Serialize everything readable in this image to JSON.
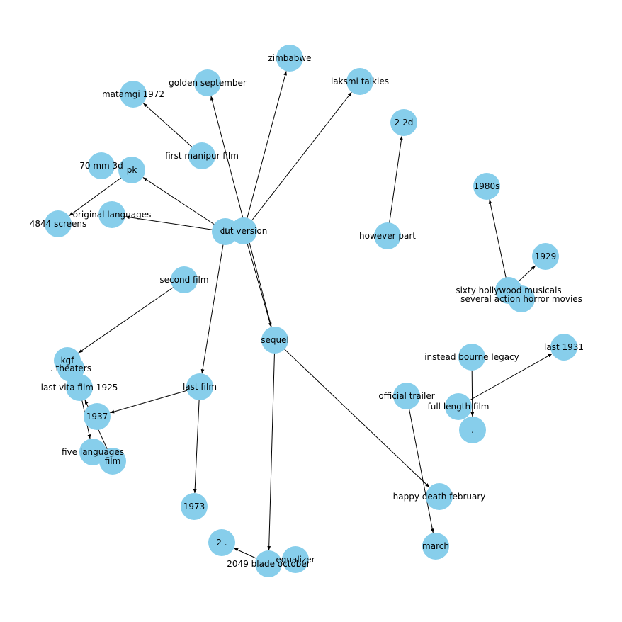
{
  "graph": {
    "colors": {
      "node_fill": "#87ceeb",
      "edge": "#000000",
      "label": "#000000",
      "background": "#ffffff"
    },
    "nodes": [
      {
        "id": "zimbabwe",
        "label": "zimbabwe"
      },
      {
        "id": "laksmi",
        "label": "laksmi talkies"
      },
      {
        "id": "golden",
        "label": "golden  september"
      },
      {
        "id": "matamgi",
        "label": "matamgi 1972"
      },
      {
        "id": "twod",
        "label": "2  2d"
      },
      {
        "id": "manipur",
        "label": "first manipur film"
      },
      {
        "id": "mm70",
        "label": "70 mm 3d"
      },
      {
        "id": "pk",
        "label": "pk"
      },
      {
        "id": "s1980",
        "label": "1980s"
      },
      {
        "id": "orig",
        "label": "original  languages"
      },
      {
        "id": "screens",
        "label": "4844  screens"
      },
      {
        "id": "it",
        "label": "it"
      },
      {
        "id": "cutv",
        "label": "cut  version"
      },
      {
        "id": "however",
        "label": "however  part"
      },
      {
        "id": "y1929",
        "label": "1929"
      },
      {
        "id": "second",
        "label": "second  film"
      },
      {
        "id": "sixty",
        "label": "sixty hollywood musicals"
      },
      {
        "id": "several",
        "label": "several action horror movies"
      },
      {
        "id": "sequel",
        "label": "sequel"
      },
      {
        "id": "last1931",
        "label": "last  1931"
      },
      {
        "id": "kgf",
        "label": "kgf"
      },
      {
        "id": "theaters",
        "label": ". theaters"
      },
      {
        "id": "bourne",
        "label": "instead bourne legacy"
      },
      {
        "id": "lastfilm",
        "label": "last  film"
      },
      {
        "id": "vita",
        "label": "last vita film 1925"
      },
      {
        "id": "trailer",
        "label": "official  trailer"
      },
      {
        "id": "fulllen",
        "label": "full length film"
      },
      {
        "id": "y1937",
        "label": "1937"
      },
      {
        "id": "dot",
        "label": "."
      },
      {
        "id": "fivelang",
        "label": "five  languages"
      },
      {
        "id": "film",
        "label": "film"
      },
      {
        "id": "happy",
        "label": "happy death february"
      },
      {
        "id": "y1973",
        "label": "1973"
      },
      {
        "id": "twodot",
        "label": "2  ."
      },
      {
        "id": "equalizer",
        "label": "equalizer"
      },
      {
        "id": "blade",
        "label": "2049 blade october"
      },
      {
        "id": "march",
        "label": "march"
      }
    ],
    "edges": [
      {
        "from": "cutv",
        "to": "zimbabwe"
      },
      {
        "from": "cutv",
        "to": "laksmi"
      },
      {
        "from": "sequel",
        "to": "golden"
      },
      {
        "from": "manipur",
        "to": "matamgi"
      },
      {
        "from": "it",
        "to": "pk"
      },
      {
        "from": "it",
        "to": "orig"
      },
      {
        "from": "pk",
        "to": "screens"
      },
      {
        "from": "however",
        "to": "twod"
      },
      {
        "from": "sixty",
        "to": "s1980"
      },
      {
        "from": "sixty",
        "to": "y1929"
      },
      {
        "from": "cutv",
        "to": "sequel"
      },
      {
        "from": "second",
        "to": "kgf"
      },
      {
        "from": "it",
        "to": "lastfilm"
      },
      {
        "from": "lastfilm",
        "to": "y1937"
      },
      {
        "from": "lastfilm",
        "to": "y1973"
      },
      {
        "from": "sequel",
        "to": "blade"
      },
      {
        "from": "sequel",
        "to": "happy"
      },
      {
        "from": "blade",
        "to": "twodot"
      },
      {
        "from": "bourne",
        "to": "dot"
      },
      {
        "from": "fulllen",
        "to": "last1931"
      },
      {
        "from": "trailer",
        "to": "march"
      },
      {
        "from": "vita",
        "to": "fivelang"
      },
      {
        "from": "film",
        "to": "vita"
      }
    ]
  }
}
